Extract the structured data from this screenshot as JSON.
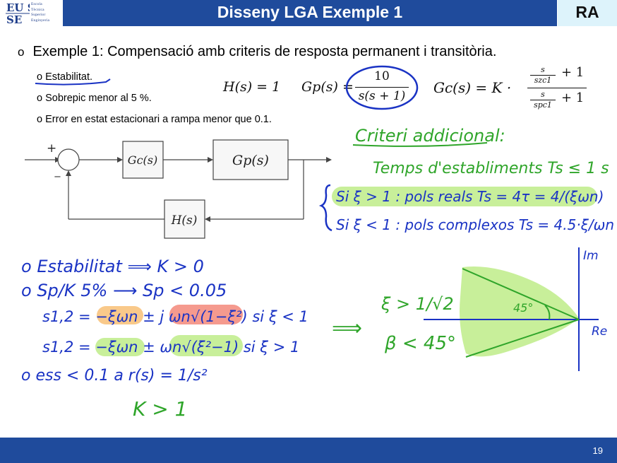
{
  "header": {
    "title": "Disseny LGA Exemple 1",
    "tag": "RA",
    "logo_mark": "EU SE",
    "logo_lines": [
      "Escola",
      "Tècnica",
      "Superior",
      "Enginyeria"
    ]
  },
  "main": {
    "bullet_marker": "o",
    "heading": "Exemple 1: Compensació amb criteris de resposta permanent i transitòria.",
    "criteria": [
      "Estabilitat.",
      "Sobrepic menor al 5 %.",
      "Error en estat estacionari a rampa menor que 0.1."
    ],
    "sub_marker": "o"
  },
  "equations": {
    "H_label": "H(s) = 1",
    "Gp_lhs": "Gp(s) =",
    "Gp_num": "10",
    "Gp_den": "s(s + 1)",
    "Gc_lhs": "Gc(s) = K ·",
    "Gc_num_frac_top": "s",
    "Gc_num_frac_bot": "szc1",
    "Gc_den_frac_top": "s",
    "Gc_den_frac_bot": "spc1",
    "plus_one": "+ 1"
  },
  "block_diagram": {
    "plus": "+",
    "minus": "−",
    "gc_block": "Gc(s)",
    "gp_block": "Gp(s)",
    "h_block": "H(s)"
  },
  "handwriting": {
    "criteri_addicional": "Criteri addicional:",
    "temps_establiment": "Temps d'establiments Ts ≤ 1 s",
    "case1": "Si ξ > 1  : pols reals  Ts = 4τ = 4/(ξωn)",
    "case2": "Si ξ < 1 : pols complexos  Ts = 4.5·ξ/ωn",
    "line_stab": "o Estabilitat  ⟹  K > 0",
    "line_splk": "o Sp/K 5%  ⟶  Sp < 0.05",
    "line_s12a": "s1,2 = −ξωn ± j ωn√(1−ξ²)   si ξ < 1",
    "line_s12b": "s1,2 = −ξωn ± ωn√(ξ²−1)   si ξ > 1",
    "line_ess": "o ess < 0.1   a   r(s) = 1/s²",
    "line_k": "K > 1",
    "implies": "⟹",
    "xi_cond": "ξ > 1/√2",
    "beta_cond": "β < 45°",
    "angle": "45°",
    "axis_im": "Im",
    "axis_re": "Re"
  },
  "footer": {
    "page": "19"
  },
  "colors": {
    "brand_blue": "#1f4b9c",
    "ink_blue": "#1a33c4",
    "ink_green": "#2fa52a",
    "highlight_green": "#c8ef9a",
    "highlight_orange": "#f9c98a",
    "highlight_red": "#f59a8e"
  }
}
